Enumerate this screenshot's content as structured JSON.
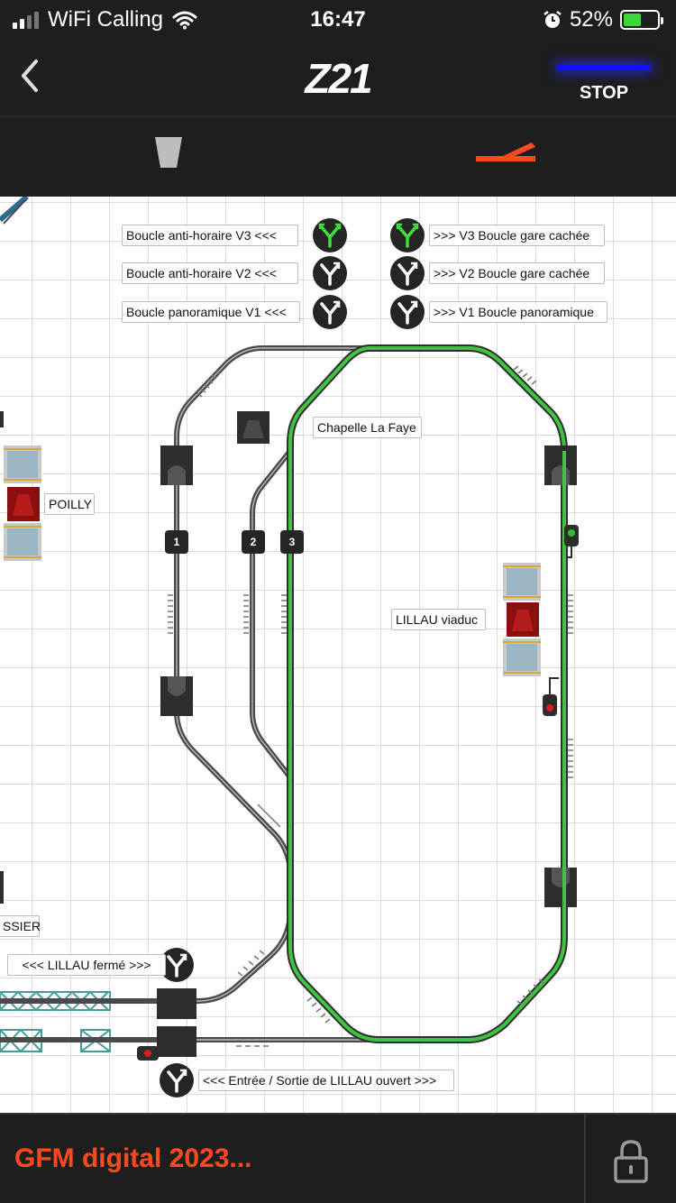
{
  "status_bar": {
    "carrier": "WiFi Calling",
    "time": "16:47",
    "battery": "52%",
    "battery_level": 0.52
  },
  "header": {
    "logo": "Z21",
    "stop_label": "STOP"
  },
  "colors": {
    "accent_orange": "#ff4a20",
    "track_green": "#3ec43e",
    "stop_blue": "#1010ff"
  },
  "toolbar": {
    "tools": [
      "train-control-icon",
      "track-switch-icon"
    ]
  },
  "layout": {
    "labels": {
      "v3_left": "Boucle anti-horaire  V3  <<<",
      "v2_left": "Boucle anti-horaire  V2  <<<",
      "v1_left": "Boucle panoramique  V1 <<<",
      "v3_right": ">>> V3  Boucle gare cachée",
      "v2_right": ">>> V2  Boucle gare cachée",
      "v1_right": ">>> V1  Boucle panoramique",
      "chapelle": "Chapelle La Faye",
      "poilly": "POILLY",
      "lillau_viaduc": "LILLAU viaduc",
      "ssier": "SSIER",
      "lillau_ferme": "<<<  LILLAU fermé    >>>",
      "entree_sortie": "<<<  Entrée / Sortie de LILLAU ouvert >>>"
    },
    "track_numbers": [
      "1",
      "2",
      "3"
    ]
  },
  "bottom_bar": {
    "title": "GFM digital 2023...",
    "lock_icon": "lock-icon"
  }
}
